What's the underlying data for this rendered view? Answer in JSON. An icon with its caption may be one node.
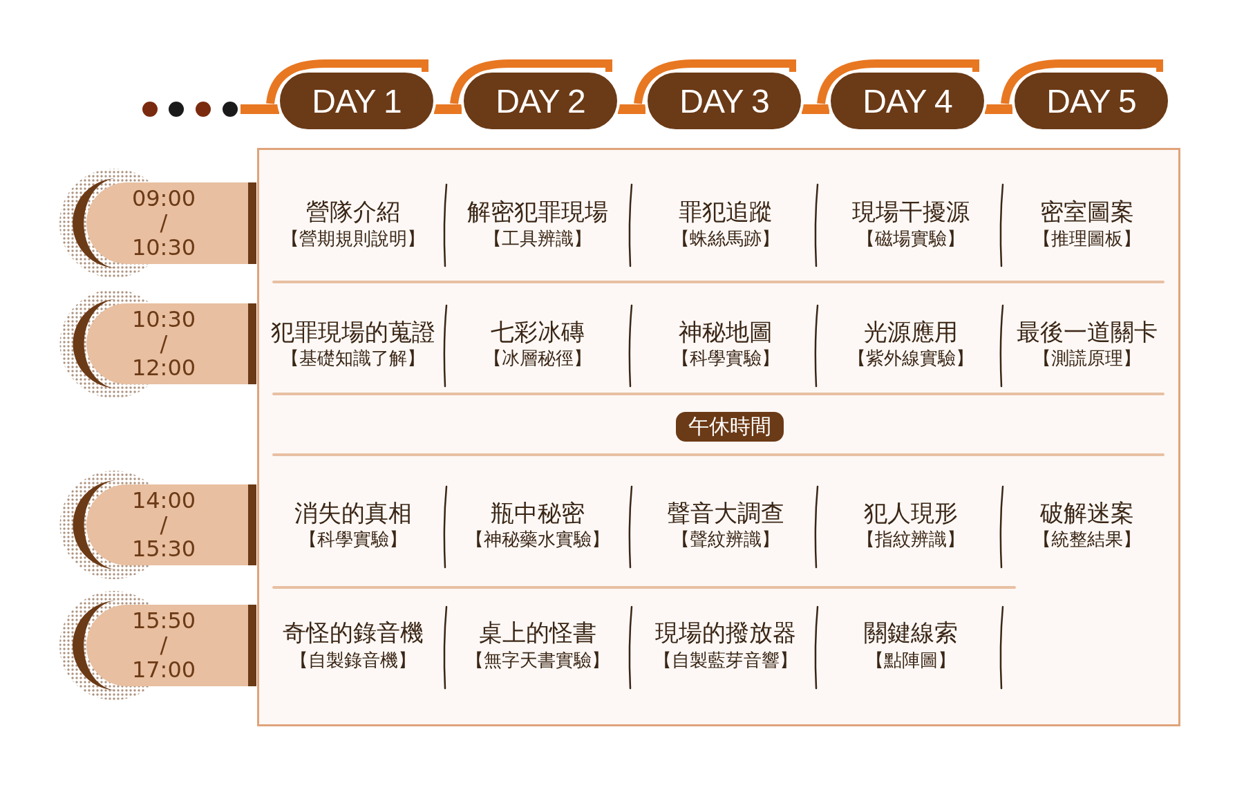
{
  "diagram": {
    "nodes": [
      {
        "text": [
          "DAY 1"
        ]
      },
      {
        "text": [
          "DAY 2"
        ]
      },
      {
        "text": [
          "DAY 3"
        ]
      },
      {
        "text": [
          "DAY 4"
        ]
      },
      {
        "text": [
          "DAY 5"
        ]
      },
      {
        "text": [
          "09:00 / 10:30"
        ]
      },
      {
        "text": [
          "10:30 / 12:00"
        ]
      },
      {
        "text": [
          "14:00 / 15:30"
        ]
      },
      {
        "text": [
          "15:50 / 17:00"
        ]
      },
      {
        "text": [],
        "shape": "box"
      },
      {
        "text": [
          "午休時間"
        ],
        "in": 9
      }
    ],
    "labels": [
      "營隊介紹",
      "【營期規則說明】",
      "解密犯罪現場",
      "【工具辨識】",
      "罪犯追蹤",
      "【蛛絲馬跡】",
      "現場干擾源",
      "【磁場實驗】",
      "密室圖案",
      "【推理圖板】",
      "犯罪現場的蒐證",
      "【基礎知識了解】",
      "七彩冰磚",
      "【冰層秘徑】",
      "神秘地圖",
      "【科學實驗】",
      "光源應用",
      "【紫外線實驗】",
      "最後一道關卡",
      "【測謊原理】",
      "消失的真相",
      "【科學實驗】",
      "瓶中秘密",
      "【神秘藥水實驗】",
      "聲音大調查",
      "【聲紋辨識】",
      "犯人現形",
      "【指紋辨識】",
      "破解迷案",
      "【統整結果】",
      "奇怪的錄音機",
      "【自製錄音機】",
      "桌上的怪書",
      "【無字天書實驗】",
      "現場的撥放器",
      "【自製藍芽音響】",
      "關鍵線索",
      "【點陣圖】"
    ]
  }
}
